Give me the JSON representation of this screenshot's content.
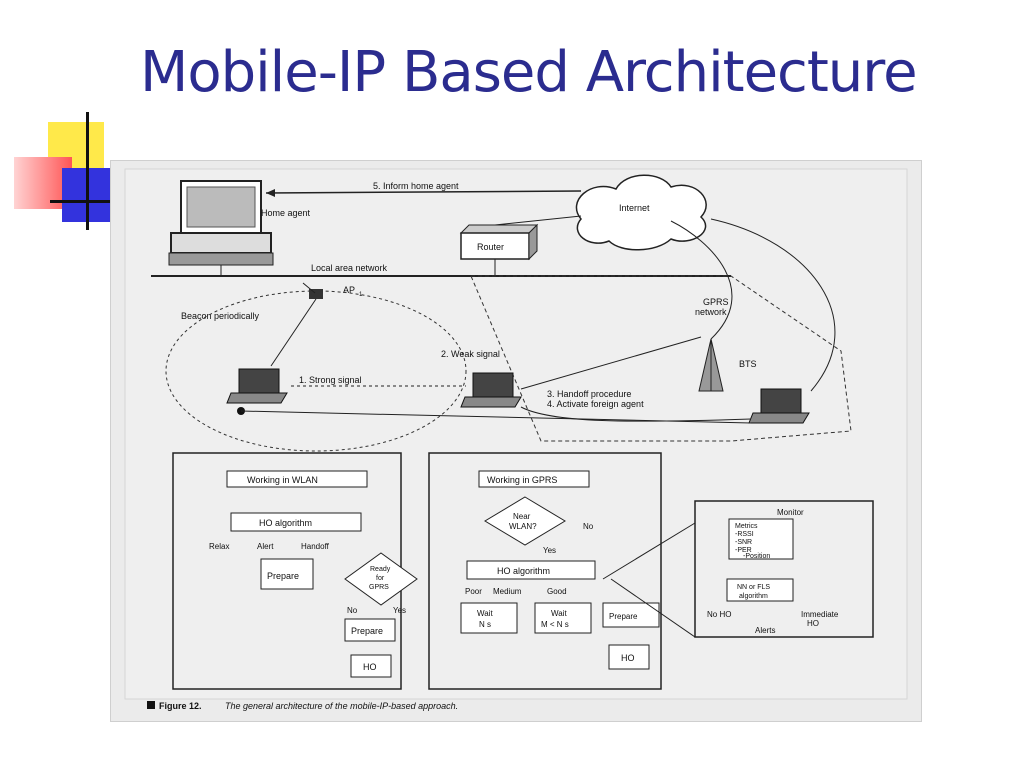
{
  "slide": {
    "title": "Mobile-IP Based Architecture"
  },
  "diagram": {
    "labels": {
      "inform_home_agent": "5. Inform home agent",
      "home_agent": "Home agent",
      "internet": "Internet",
      "router": "Router",
      "lan": "Local area network",
      "ap": "AP",
      "ap_sub": "1",
      "beacon": "Beacon periodically",
      "gprs_network_1": "GPRS",
      "gprs_network_2": "network",
      "weak_signal": "2. Weak signal",
      "strong_signal": "1. Strong signal",
      "bts": "BTS",
      "handoff_1": "3. Handoff procedure",
      "handoff_2": "4. Activate foreign agent"
    },
    "wlan_flow": {
      "working": "Working in WLAN",
      "ho": "HO algorithm",
      "relax": "Relax",
      "alert": "Alert",
      "handoff": "Handoff",
      "prepare": "Prepare",
      "ready_1": "Ready",
      "ready_2": "for",
      "ready_3": "GPRS",
      "no": "No",
      "yes": "Yes",
      "prepare2": "Prepare",
      "ho_box": "HO"
    },
    "gprs_flow": {
      "working": "Working in GPRS",
      "near_1": "Near",
      "near_2": "WLAN?",
      "no": "No",
      "yes": "Yes",
      "ho": "HO algorithm",
      "poor": "Poor",
      "medium": "Medium",
      "good": "Good",
      "wait1_a": "Wait",
      "wait1_b": "N s",
      "wait2_a": "Wait",
      "wait2_b": "M < N s",
      "prepare": "Prepare",
      "ho_box": "HO"
    },
    "monitor": {
      "monitor": "Monitor",
      "metrics": "Metrics",
      "rssi": "-RSSI",
      "snr": "-SNR",
      "per": "-PER",
      "position": "-Position",
      "nn_1": "NN or FLS",
      "nn_2": "algorithm",
      "no_ho": "No HO",
      "immediate_1": "Immediate",
      "immediate_2": "HO",
      "alerts": "Alerts"
    },
    "caption_label": "Figure 12.",
    "caption_text": "The general architecture of the mobile-IP-based approach."
  }
}
